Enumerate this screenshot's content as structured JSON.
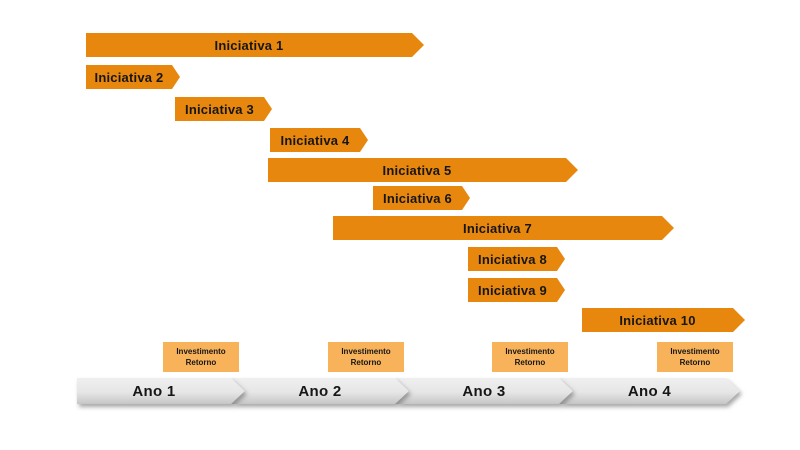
{
  "diagram": {
    "type": "roadmap-gantt",
    "bars": [
      {
        "label": "Iniciativa 1",
        "span_years": [
          0.1,
          2.1
        ]
      },
      {
        "label": "Iniciativa 2",
        "span_years": [
          0.1,
          0.6
        ]
      },
      {
        "label": "Iniciativa 3",
        "span_years": [
          0.6,
          1.2
        ]
      },
      {
        "label": "Iniciativa 4",
        "span_years": [
          1.2,
          1.8
        ]
      },
      {
        "label": "Iniciativa 5",
        "span_years": [
          1.2,
          3.0
        ]
      },
      {
        "label": "Iniciativa 6",
        "span_years": [
          1.8,
          2.4
        ]
      },
      {
        "label": "Iniciativa 7",
        "span_years": [
          1.5,
          3.6
        ]
      },
      {
        "label": "Iniciativa 8",
        "span_years": [
          2.4,
          2.9
        ]
      },
      {
        "label": "Iniciativa 9",
        "span_years": [
          2.4,
          2.9
        ]
      },
      {
        "label": "Iniciativa 10",
        "span_years": [
          3.0,
          4.0
        ]
      }
    ],
    "investment_marker": {
      "line1": "Investimento",
      "line2": "Retorno"
    },
    "years": [
      {
        "label": "Ano 1"
      },
      {
        "label": "Ano 2"
      },
      {
        "label": "Ano 3"
      },
      {
        "label": "Ano 4"
      }
    ],
    "colors": {
      "bar": "#E8870E",
      "marker": "#F8B25A",
      "text": "#161616",
      "band_top": "#EFEFEF",
      "band_mid": "#E6E6E6",
      "band_bottom": "#C6C6C6"
    }
  }
}
